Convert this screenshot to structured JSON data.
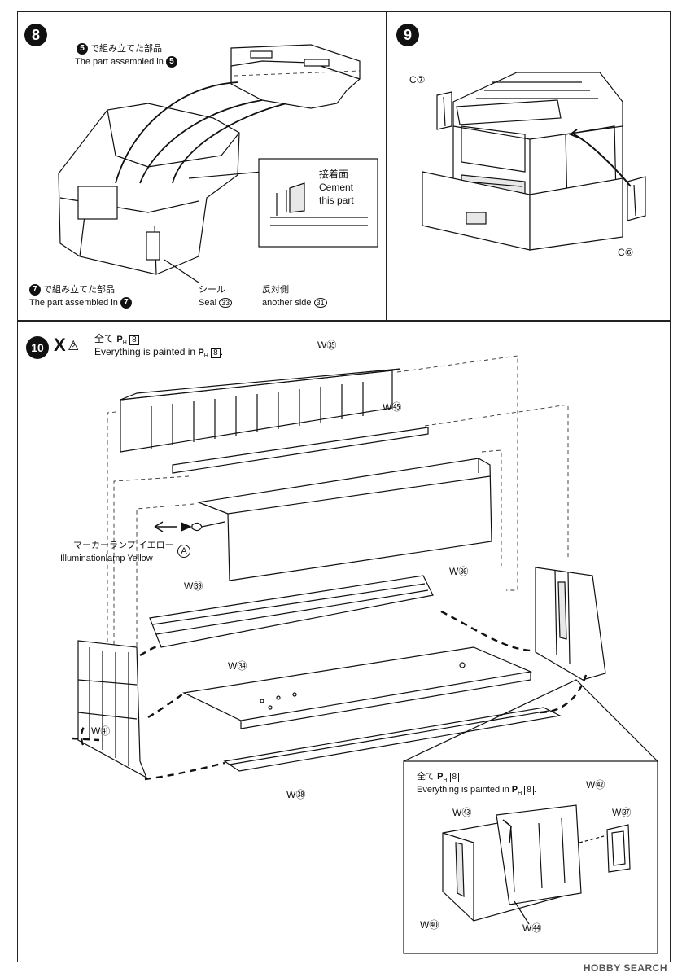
{
  "step8": {
    "number": "8",
    "assembled5_jp": "で組み立てた部品",
    "assembled5_en": "The part assembled in",
    "assembled5_ref": "5",
    "cement_jp": "接着面",
    "cement_en1": "Cement",
    "cement_en2": "this part",
    "assembled7_jp": "で組み立てた部品",
    "assembled7_en": "The part assembled in",
    "assembled7_ref": "7",
    "seal_jp": "シール",
    "seal_en": "Seal",
    "seal_num": "33",
    "other_jp": "反対側",
    "other_en": "another side",
    "other_num": "31"
  },
  "step9": {
    "number": "9",
    "label_c7": "C⑦",
    "label_c6": "C⑥"
  },
  "step10": {
    "number": "10",
    "x_mark": "X",
    "triangle_num": "2",
    "paint_jp": "全て",
    "paint_en": "Everything is painted in",
    "paint_code": "8",
    "marker_jp": "マーカーランプ イエロー",
    "marker_en": "Illuminationlamp Yellow",
    "marker_letter": "A",
    "parts": {
      "w35": "W㉟",
      "w45": "W㊺",
      "w36": "W㊱",
      "w39": "W㊴",
      "w34": "W㉞",
      "w41": "W㊶",
      "w38": "W㊳"
    },
    "inset": {
      "paint_jp": "全て",
      "paint_en": "Everything is painted in",
      "paint_code": "8",
      "w42": "W㊷",
      "w43": "W㊸",
      "w37": "W㊲",
      "w40": "W㊵",
      "w44": "W㊹"
    }
  },
  "watermark": "HOBBY SEARCH"
}
